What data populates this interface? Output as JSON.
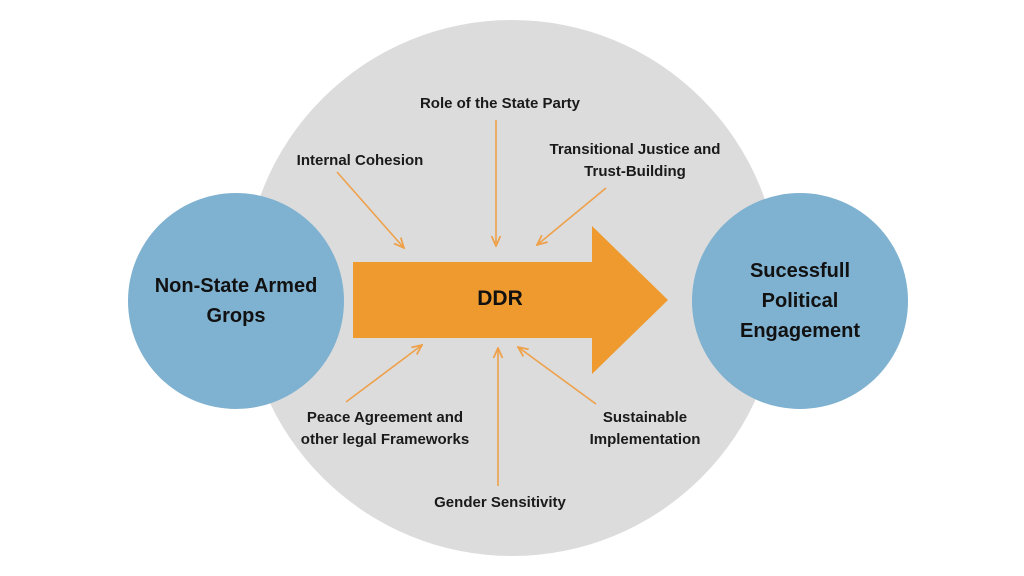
{
  "colors": {
    "background_circle": "#dcdcdc",
    "side_circles": "#7fb1d0",
    "arrow": "#ee9a2e",
    "small_arrows": "#eea14a",
    "text": "#111111"
  },
  "diagram": {
    "left_node": "Non-State Armed Grops",
    "right_node_line1": "Sucessfull",
    "right_node_line2": "Political",
    "right_node_line3": "Engagement",
    "center_arrow": "DDR",
    "factors": {
      "role_of_state": "Role of the State Party",
      "internal_cohesion": "Internal Cohesion",
      "transitional_justice_line1": "Transitional Justice and",
      "transitional_justice_line2": "Trust-Building",
      "peace_agreement_line1": "Peace Agreement and",
      "peace_agreement_line2": "other legal Frameworks",
      "sustainable_line1": "Sustainable",
      "sustainable_line2": "Implementation",
      "gender_sensitivity": "Gender Sensitivity"
    }
  }
}
